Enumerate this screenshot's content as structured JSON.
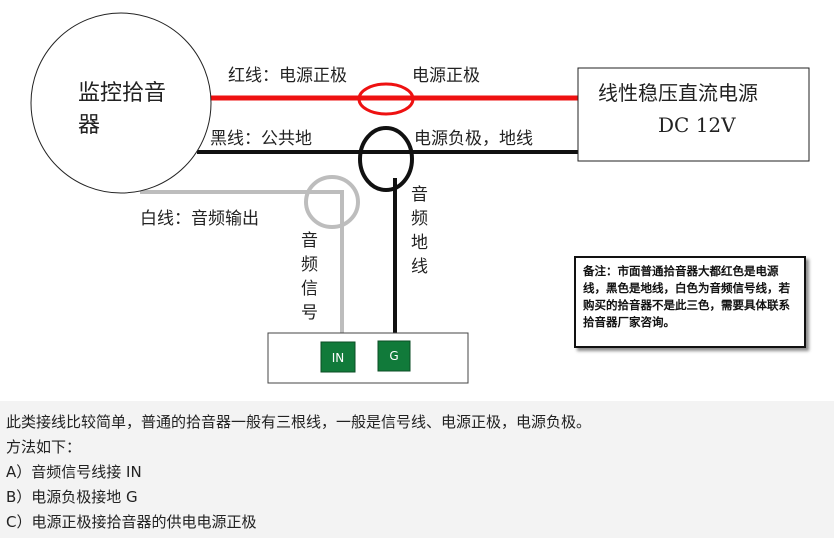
{
  "diagram": {
    "microphone_label_line1": "监控拾音",
    "microphone_label_line2": "器",
    "red_wire_label": "红线：电源正极",
    "red_wire_right_label": "电源正极",
    "black_wire_label": "黑线：公共地",
    "black_wire_right_label": "电源负极，地线",
    "white_wire_label": "白线：音频输出",
    "power_supply_line1": "线性稳压直流电源",
    "power_supply_line2": "DC 12V",
    "audio_signal_vertical": [
      "音",
      "频",
      "信",
      "号"
    ],
    "audio_ground_vertical": [
      "音",
      "频",
      "地",
      "线"
    ],
    "terminal_in": "IN",
    "terminal_g": "G",
    "note_text": "备注：市面普通拾音器大都红色是电源线，黑色是地线，白色为音频信号线，若购买的拾音器不是此三色，需要具体联系拾音器厂家咨询。"
  },
  "description": {
    "line1": "此类接线比较简单，普通的拾音器一般有三根线，一般是信号线、电源正极，电源负极。",
    "line2": "方法如下：",
    "line3": "A）音频信号线接 IN",
    "line4": "B）电源负极接地 G",
    "line5": "C）电源正极接拾音器的供电电源正极"
  },
  "colors": {
    "red_wire": "#ee1111",
    "black_wire": "#111111",
    "white_wire": "#bdbdbd",
    "terminal_green": "#117a3a"
  }
}
